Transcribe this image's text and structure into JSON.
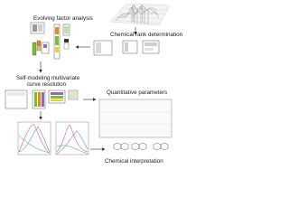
{
  "labels": {
    "efa": "Evolving factor analysis",
    "rank": "Chemical rank determination",
    "mcr_line1": "Self-modeling multivariate",
    "mcr_line2": "curve resolution",
    "quant": "Quantitative parameters",
    "interp": "Chemical interpretation"
  },
  "colors": {
    "arrow": "#2f2f2f",
    "block_green": "#7fba3a",
    "block_orange": "#e28a2b",
    "block_yellow": "#e9cf38",
    "block_purple": "#8a6fb1",
    "block_gray": "#9a9a9a",
    "curve_magenta": "#d3246b",
    "curve_blue": "#3b5bb5",
    "curve_green": "#3aa05a",
    "curve_orange": "#e28a2b"
  }
}
